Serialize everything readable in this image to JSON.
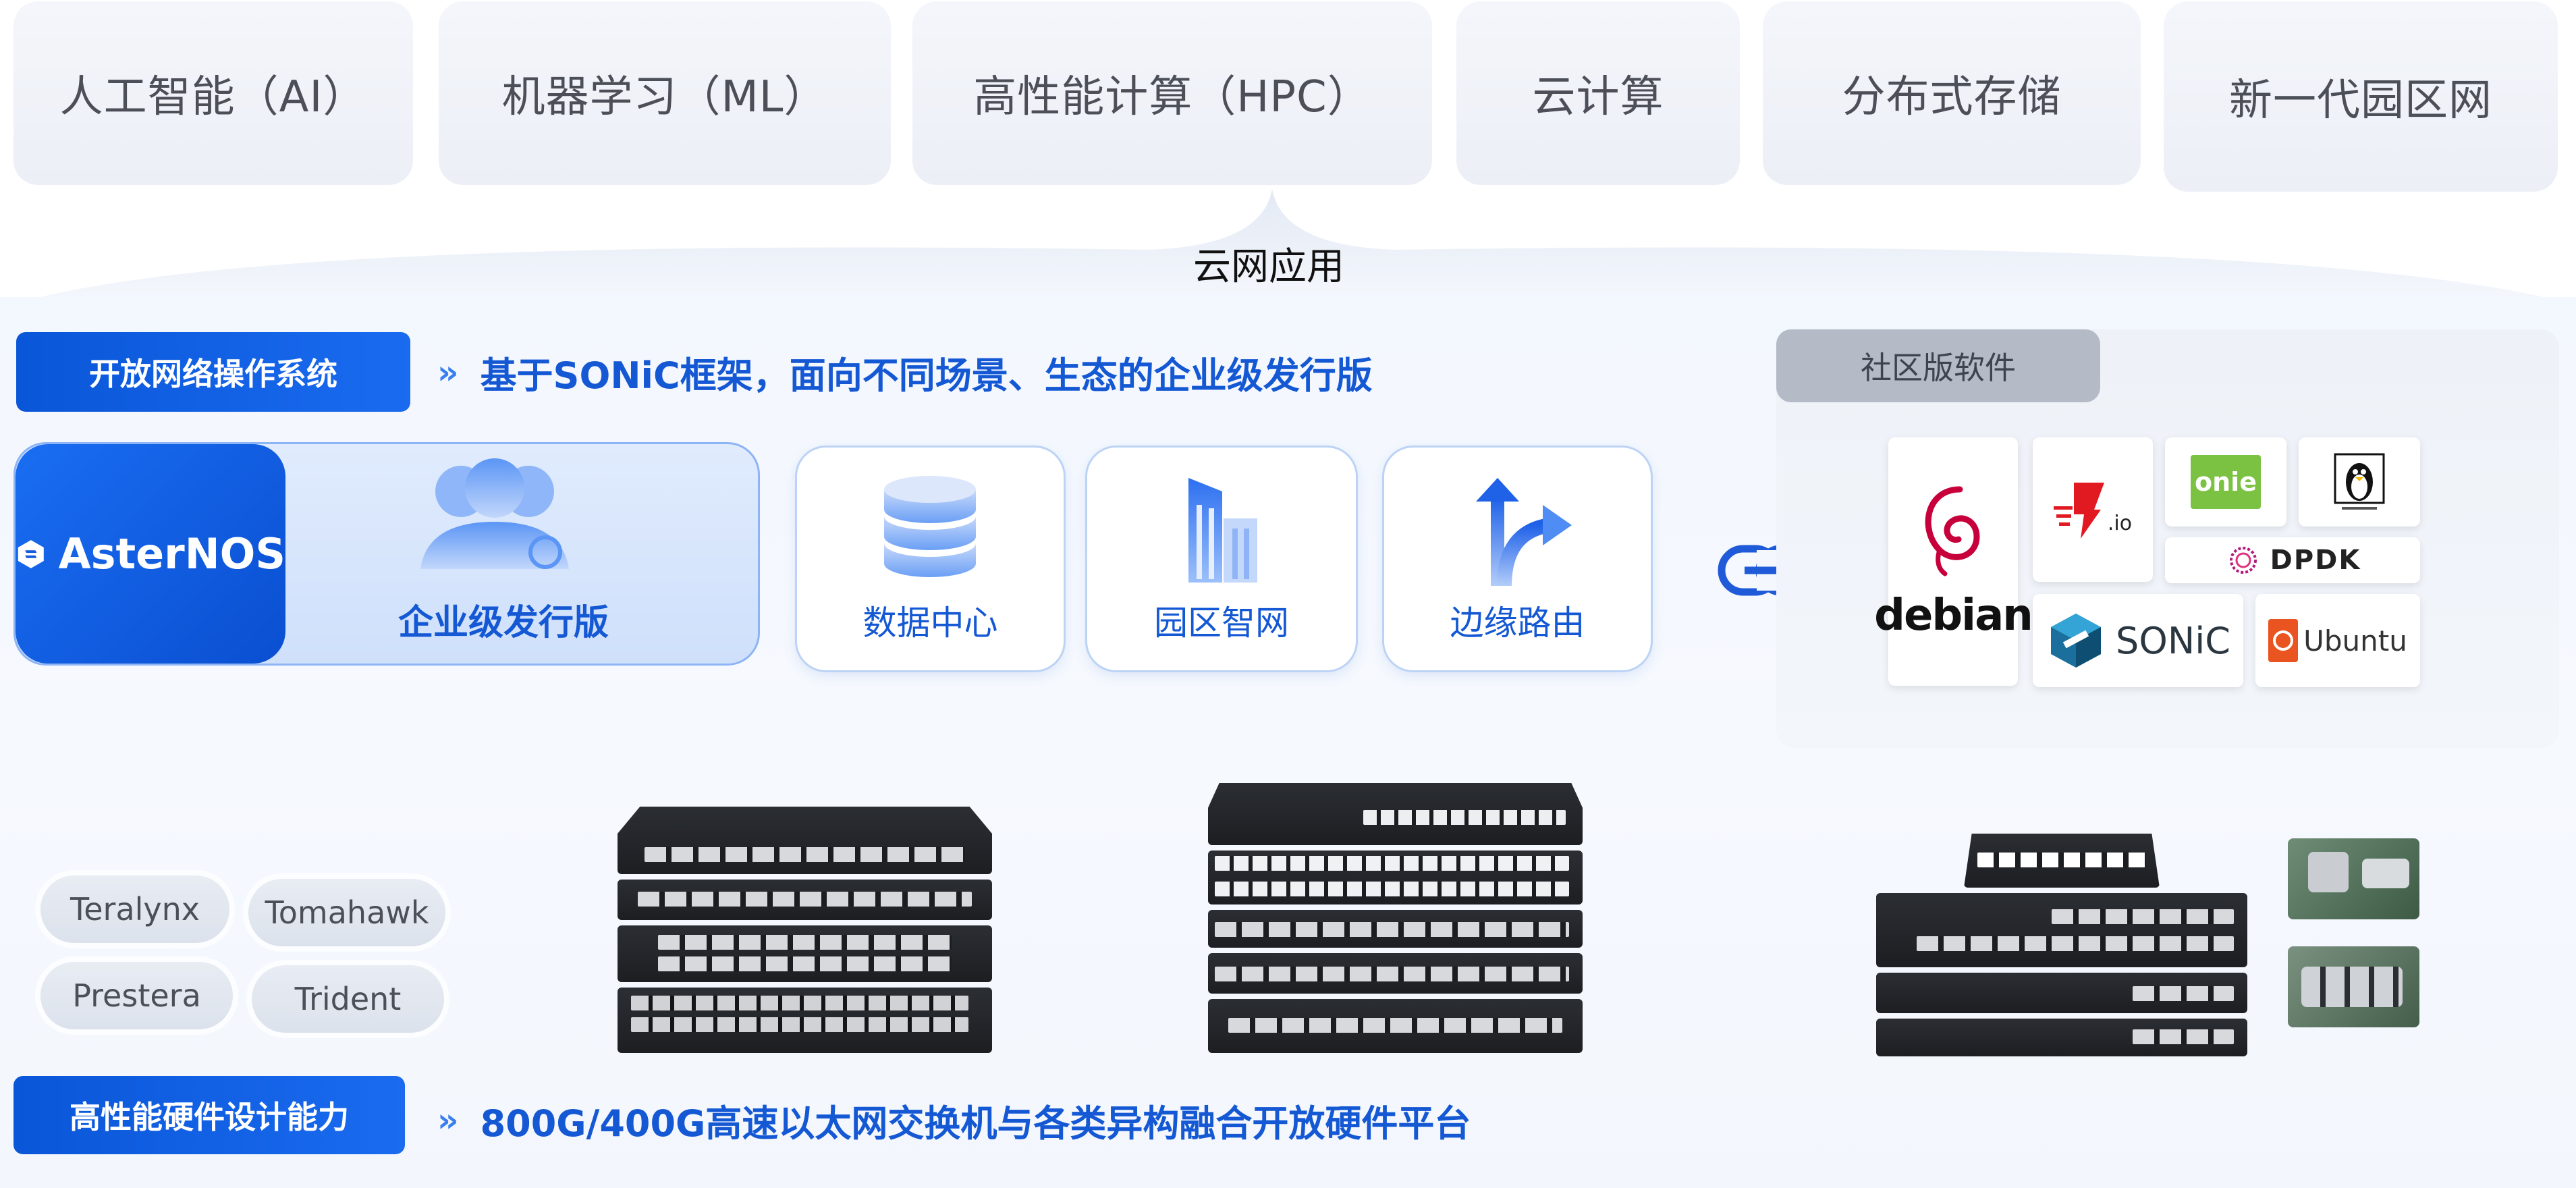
{
  "applications": [
    "人工智能（AI）",
    "机器学习（ML）",
    "高性能计算（HPC）",
    "云计算",
    "分布式存储",
    "新一代园区网"
  ],
  "arch_label": "云网应用",
  "os_section": {
    "title": "开放网络操作系统",
    "slogan": "基于SONiC框架，面向不同场景、生态的企业级发行版",
    "brand": "AsterNOS",
    "edition": "企业级发行版",
    "features": [
      {
        "label": "数据中心",
        "icon": "database-icon"
      },
      {
        "label": "园区智网",
        "icon": "building-icon"
      },
      {
        "label": "边缘路由",
        "icon": "route-arrows-icon"
      }
    ]
  },
  "community": {
    "title": "社区版软件",
    "logos": {
      "debian": "debian",
      "fd_io": ".io",
      "onie": "onie",
      "dpdk": "DPDK",
      "sonic": "SONiC",
      "ubuntu": "Ubuntu"
    }
  },
  "hardware_section": {
    "title": "高性能硬件设计能力",
    "slogan": "800G/400G高速以太网交换机与各类异构融合开放硬件平台",
    "chips": [
      "Teralynx",
      "Tomahawk",
      "Prestera",
      "Trident"
    ]
  },
  "colors": {
    "brand_blue": "#0a56d8",
    "accent_text": "#1458d4",
    "card_gray": "#eceff6"
  }
}
